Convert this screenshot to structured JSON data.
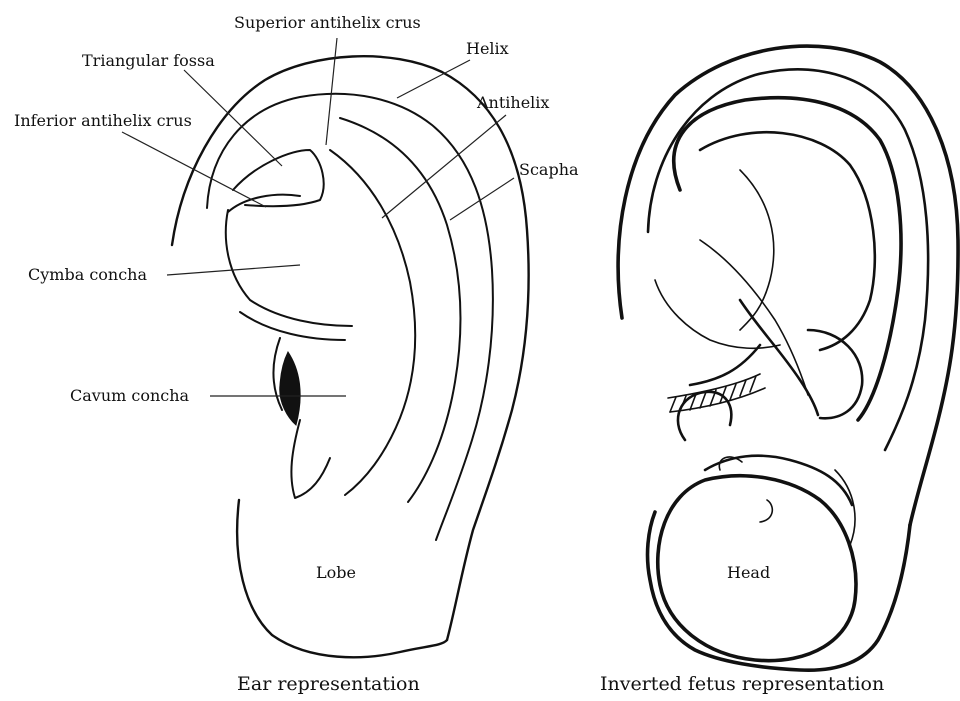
{
  "ear_diagram": {
    "labels": {
      "superior_antihelix_crus": "Superior antihelix crus",
      "helix": "Helix",
      "triangular_fossa": "Triangular fossa",
      "antihelix": "Antihelix",
      "inferior_antihelix_crus": "Inferior antihelix crus",
      "scapha": "Scapha",
      "cymba_concha": "Cymba concha",
      "cavum_concha": "Cavum concha",
      "lobe": "Lobe"
    },
    "caption": "Ear representation"
  },
  "fetus_diagram": {
    "labels": {
      "head": "Head"
    },
    "caption": "Inverted fetus representation"
  }
}
